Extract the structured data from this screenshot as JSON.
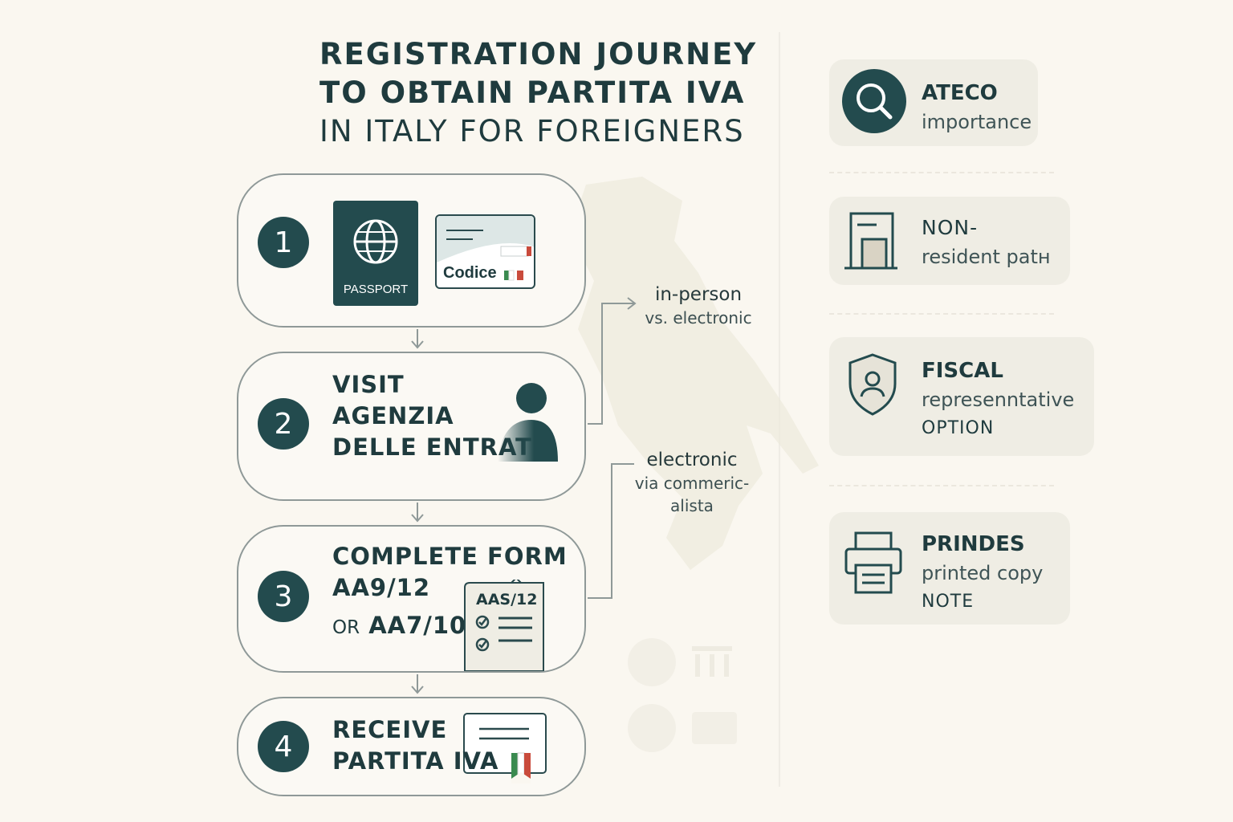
{
  "title": {
    "line1": "REGISTRATION JOURNEY",
    "line2": "TO OBTAIN PARTITA IVA",
    "line3": "IN ITALY FOR FOREIGNERS"
  },
  "steps": [
    {
      "number": "1",
      "passport_label": "PASSPORT",
      "card_label": "Codice"
    },
    {
      "number": "2",
      "line1": "VISIT",
      "line2": "AGENZIA",
      "line3": "DELLE ENTRATE"
    },
    {
      "number": "3",
      "line1": "COMPLETE FORM",
      "line2": "AA9/12",
      "or_word": "OR",
      "line3": "AA7/10",
      "doc_label": "AAS/12"
    },
    {
      "number": "4",
      "line1": "RECEIVE",
      "line2": "PARTITA IVA"
    }
  ],
  "notes": [
    {
      "main": "in-person",
      "sub": "vs. electronic"
    },
    {
      "main": "electronic",
      "sub1": "via commeric-",
      "sub2": "alista"
    }
  ],
  "panels": [
    {
      "title": "ATECO",
      "sub": "importance",
      "icon": "magnifier-icon"
    },
    {
      "title": "NON-",
      "sub": "resident patʜ",
      "icon": "building-icon"
    },
    {
      "title": "FISCAL",
      "sub": "represenntative",
      "caps": "OPTION",
      "icon": "shield-user-icon"
    },
    {
      "title": "PRINDES",
      "sub": "printed copy",
      "caps": "NOTE",
      "icon": "printer-icon"
    }
  ],
  "colors": {
    "background": "#faf7f0",
    "primary": "#234b4e",
    "italy_green": "#3a8a4f",
    "italy_red": "#c94b3c"
  }
}
